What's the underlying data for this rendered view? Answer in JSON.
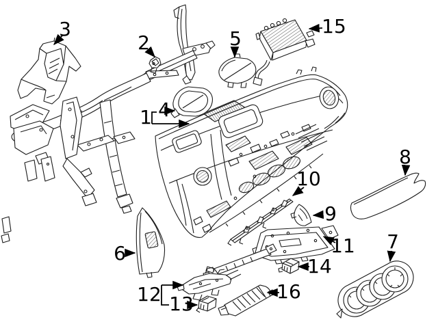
{
  "diagram": {
    "kind": "exploded-parts-line-diagram",
    "background_color": "#ffffff",
    "line_color": "#1a1a1a",
    "label_color": "#000000",
    "callouts": [
      {
        "number": "1"
      },
      {
        "number": "2"
      },
      {
        "number": "3"
      },
      {
        "number": "4"
      },
      {
        "number": "5"
      },
      {
        "number": "6"
      },
      {
        "number": "7"
      },
      {
        "number": "8"
      },
      {
        "number": "9"
      },
      {
        "number": "10"
      },
      {
        "number": "11"
      },
      {
        "number": "12"
      },
      {
        "number": "13"
      },
      {
        "number": "14"
      },
      {
        "number": "15"
      },
      {
        "number": "16"
      }
    ]
  }
}
